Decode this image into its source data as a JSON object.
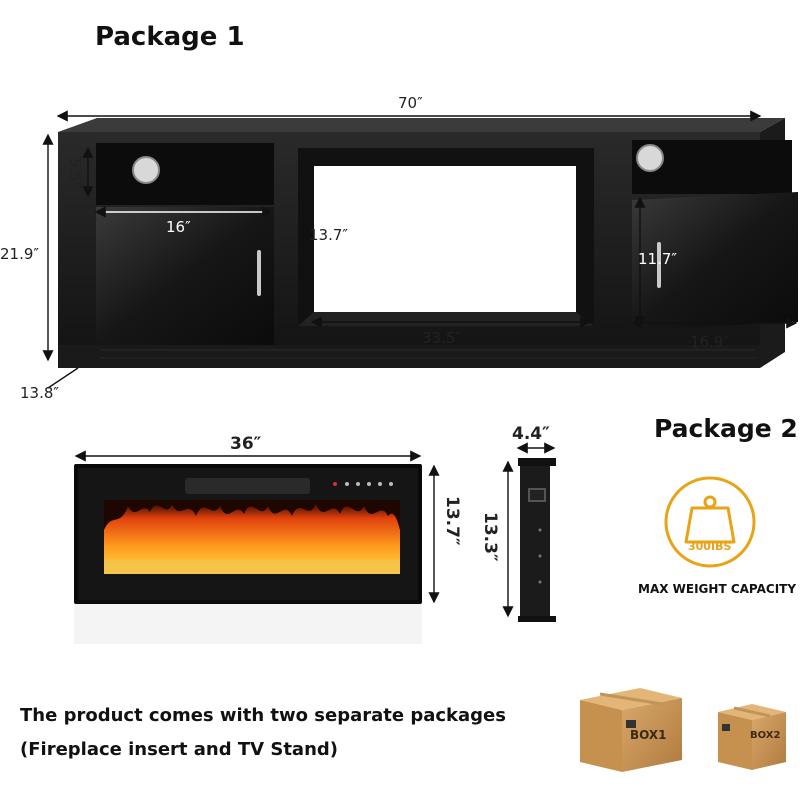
{
  "package1": {
    "title": "Package 1",
    "dims": {
      "width": "70″",
      "height": "21.9″",
      "depth": "13.8″",
      "shelf_height": "5.5″",
      "left_door_width": "16″",
      "opening_height": "13.7″",
      "opening_width": "33.5″",
      "right_door_height": "11.7″",
      "right_door_width": "16.9″"
    }
  },
  "package2": {
    "title": "Package 2",
    "dims": {
      "width": "36″",
      "height": "13.7″",
      "side_height": "13.3″",
      "depth": "4.4″"
    }
  },
  "capacity": {
    "weight": "300IBS",
    "label": "MAX WEIGHT CAPACITY",
    "accent_color": "#e8a317"
  },
  "footer": {
    "line1": "The product comes with two separate packages",
    "line2": "(Fireplace insert and TV Stand)"
  },
  "boxes": [
    "BOX1",
    "BOX2"
  ]
}
